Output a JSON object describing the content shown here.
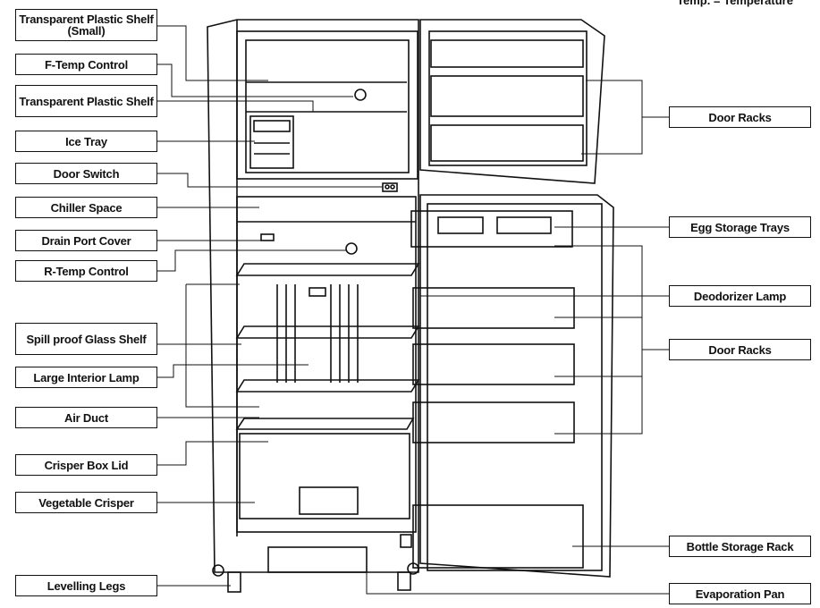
{
  "corner_text": "Temp. = Temperature",
  "labels": {
    "shelf_small": "Transparent Plastic Shelf (Small)",
    "f_temp": "F-Temp Control",
    "plastic_shelf": "Transparent Plastic Shelf",
    "ice_tray": "Ice Tray",
    "door_switch": "Door Switch",
    "chiller": "Chiller Space",
    "drain": "Drain Port Cover",
    "r_temp": "R-Temp Control",
    "glass_shelf": "Spill proof Glass Shelf",
    "interior_lamp": "Large Interior Lamp",
    "air_duct": "Air Duct",
    "crisper_lid": "Crisper Box Lid",
    "veg_crisper": "Vegetable Crisper",
    "legs": "Levelling Legs",
    "door_racks_top": "Door Racks",
    "egg_trays": "Egg Storage Trays",
    "deodorizer": "Deodorizer Lamp",
    "door_racks": "Door Racks",
    "bottle_rack": "Bottle Storage Rack",
    "evap_pan": "Evaporation Pan"
  }
}
